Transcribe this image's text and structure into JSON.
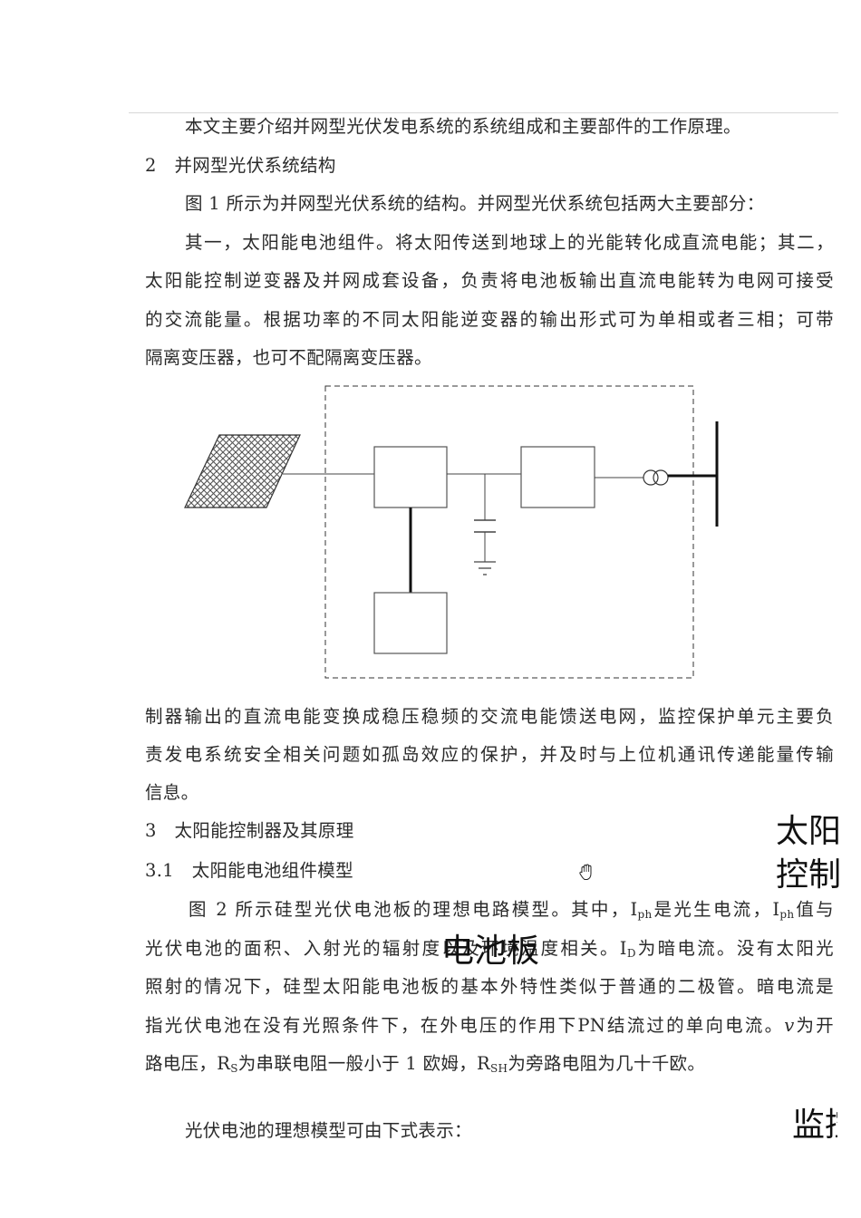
{
  "document": {
    "lines": [
      "本文主要介绍并网型光伏发电系统的系统组成和主要部件的工作原理。",
      "2　并网型光伏系统结构",
      "图 1 所示为并网型光伏系统的结构。并网型光伏系统包括两大主要部分：",
      "其一，太阳能电池组件。将太阳传送到地球上的光能转化成直流电能；其二，",
      "太阳能控制逆变器及并网成套设备，负责将电池板输出直流电能转为电网可接受",
      "的交流能量。根据功率的不同太阳能逆变器的输出形式可为单相或者三相；可带",
      "隔离变压器，也可不配隔离变压器。",
      "制器输出的直流电能变换成稳压稳频的交流电能馈送电网，监控保护单元主要负",
      "责发电系统安全相关问题如孤岛效应的保护，并及时与上位机通讯传递能量传输",
      "信息。",
      "3　太阳能控制器及其原理",
      "3.1　太阳能电池组件模型"
    ],
    "para_fig2": {
      "l1_a": "图 2 所示硅型光伏电池板的理想电路模型。其中，I",
      "l1_sub1": "ph",
      "l1_b": "是光生电流，I",
      "l1_sub2": "ph",
      "l1_c": "值与",
      "l2_a": "光伏电池的面积、入射光的辐射度以及环境温度相关。I",
      "l2_sub": "D",
      "l2_b": "为暗电流。没有太阳光",
      "l3": "照射的情况下，硅型太阳能电池板的基本外特性类似于普通的二极管。暗电流是",
      "l4_a": "指光伏电池在没有光照条件下，在外电压的作用下PN结流过的单向电流。",
      "l4_v": "v",
      "l4_b": "为开",
      "l5_a": "路电压，R",
      "l5_sub1": "S",
      "l5_b": "为串联电阻一般小于 1 欧姆，R",
      "l5_sub2": "SH",
      "l5_c": "为旁路电阻为几十千欧。"
    },
    "formula_intro": "光伏电池的理想模型可由下式表示：",
    "overlay_labels": {
      "solar_controller_1": "太阳",
      "solar_controller_2": "控制",
      "panel": "电池板",
      "monitor": "监控"
    }
  },
  "figure1": {
    "components": [
      "solar-panel",
      "controller-box",
      "inverter-box",
      "monitor-box",
      "dc-capacitor",
      "ground",
      "isolation-transformer",
      "grid-bus"
    ]
  },
  "cursor": {
    "icon": "hand-cursor-icon"
  }
}
